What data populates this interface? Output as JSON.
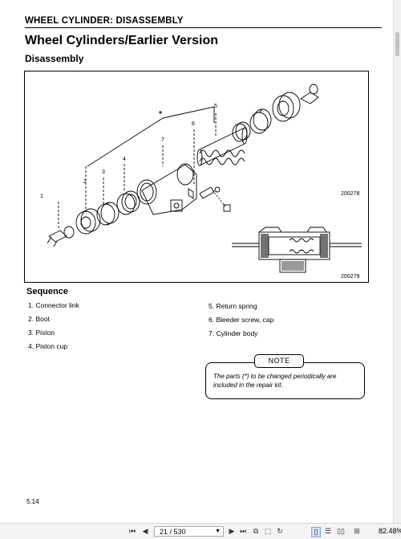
{
  "header": {
    "section_title": "WHEEL CYLINDER: DISASSEMBLY"
  },
  "title": "Wheel Cylinders/Earlier Version",
  "subtitle": "Disassembly",
  "figure": {
    "ref_top": "200278",
    "ref_bottom": "200279",
    "callouts": [
      "1",
      "2",
      "3",
      "4",
      "5",
      "6",
      "7"
    ],
    "star": "*"
  },
  "sequence": {
    "title": "Sequence",
    "items": [
      "1.  Connector link",
      "2.  Boot",
      "3.  Piston",
      "4.  Piston cup",
      "5.  Return spring",
      "6.  Bleeder screw, cap",
      "7.  Cylinder body"
    ]
  },
  "note": {
    "label": "NOTE",
    "text": "The parts (*) to be changed periodically are included in the repair kit."
  },
  "page_number": "5.14",
  "viewer": {
    "page_field": "21 / 530",
    "zoom": "82.48%"
  }
}
